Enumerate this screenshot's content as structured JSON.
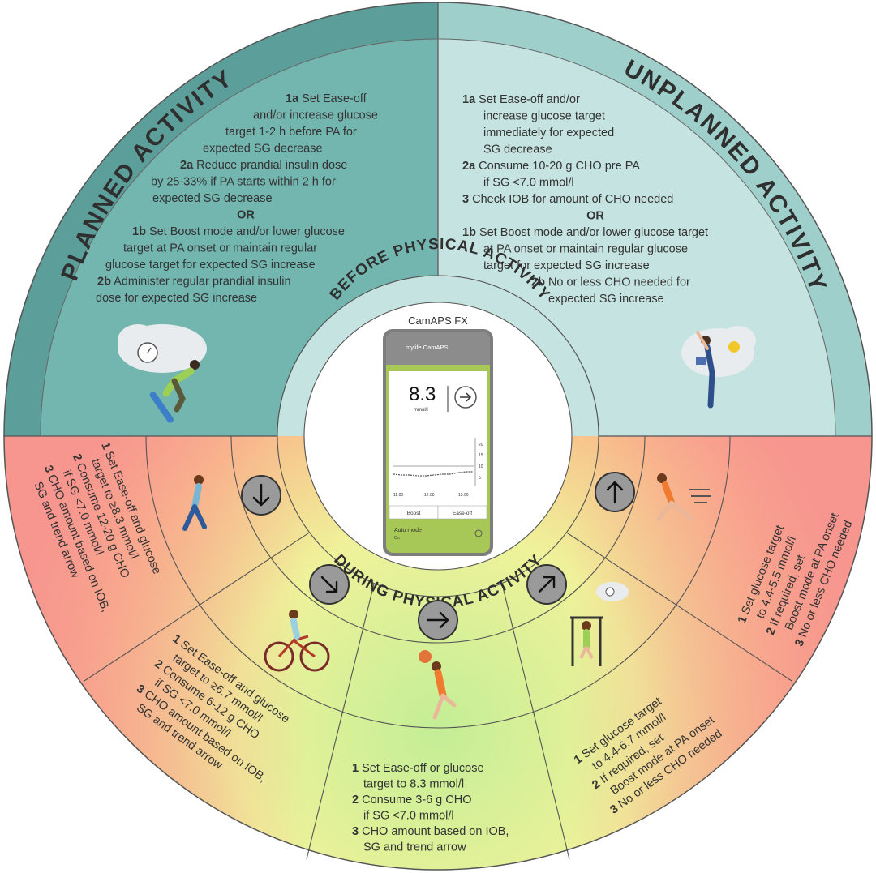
{
  "titles": {
    "planned": "PLANNED ACTIVITY",
    "unplanned": "UNPLANNED ACTIVITY",
    "before": "BEFORE PHYSICAL ACTIVITY",
    "during": "DURING PHYSICAL ACTIVITY"
  },
  "planned": {
    "lines": [
      [
        "1a",
        " Set Ease-off"
      ],
      [
        "",
        "and/or increase glucose"
      ],
      [
        "",
        "target 1-2 h before PA for"
      ],
      [
        "",
        "expected SG decrease"
      ],
      [
        "2a",
        " Reduce prandial insulin dose"
      ],
      [
        "",
        "by 25-33% if PA starts within 2 h for"
      ],
      [
        "",
        "expected SG decrease"
      ],
      [
        "OR",
        ""
      ],
      [
        "1b",
        " Set Boost mode and/or lower glucose"
      ],
      [
        "",
        "target at PA onset or maintain regular"
      ],
      [
        "",
        "glucose target for expected SG increase"
      ],
      [
        "2b",
        " Administer regular prandial insulin"
      ],
      [
        "",
        "dose for expected SG increase"
      ]
    ]
  },
  "unplanned": {
    "lines": [
      [
        "1a",
        " Set Ease-off and/or"
      ],
      [
        "",
        "increase glucose target"
      ],
      [
        "",
        "immediately for expected"
      ],
      [
        "",
        "SG decrease"
      ],
      [
        "2a",
        " Consume 10-20 g CHO pre PA"
      ],
      [
        "",
        "if SG <7.0 mmol/l"
      ],
      [
        "3",
        "   Check IOB for amount of CHO needed"
      ],
      [
        "OR",
        ""
      ],
      [
        "1b",
        " Set Boost mode and/or lower glucose target"
      ],
      [
        "",
        "at PA onset or maintain regular glucose"
      ],
      [
        "",
        "target for expected SG increase"
      ],
      [
        "2b",
        " No or less CHO needed for"
      ],
      [
        "",
        "expected SG increase"
      ]
    ]
  },
  "during": {
    "down": {
      "icon": "arrow-down-icon",
      "lines": [
        [
          "1",
          " Set Ease-off and glucose"
        ],
        [
          "",
          "target to ≥8.3 mmol/l"
        ],
        [
          "2",
          " Consume 12-20 g CHO"
        ],
        [
          "",
          "if SG <7.0 mmol/l"
        ],
        [
          "3",
          " CHO amount based on IOB,"
        ],
        [
          "",
          "SG and trend arrow"
        ]
      ]
    },
    "down_right": {
      "icon": "arrow-down-right-icon",
      "lines": [
        [
          "1",
          " Set Ease-off and glucose"
        ],
        [
          "",
          "target to ≥6.7 mmol/l"
        ],
        [
          "2",
          " Consume 6-12 g CHO"
        ],
        [
          "",
          "if SG <7.0 mmol/l"
        ],
        [
          "3",
          " CHO amount based on IOB,"
        ],
        [
          "",
          "SG and trend arrow"
        ]
      ]
    },
    "flat": {
      "icon": "arrow-right-icon",
      "lines": [
        [
          "1",
          " Set Ease-off or glucose"
        ],
        [
          "",
          "target to 8.3 mmol/l"
        ],
        [
          "2",
          " Consume 3-6 g CHO"
        ],
        [
          "",
          "if SG <7.0 mmol/l"
        ],
        [
          "3",
          " CHO amount based on IOB,"
        ],
        [
          "",
          "SG and trend arrow"
        ]
      ]
    },
    "up_right": {
      "icon": "arrow-up-right-icon",
      "lines": [
        [
          "1",
          " Set glucose target"
        ],
        [
          "",
          "to 4.4-6.7 mmol/l"
        ],
        [
          "2",
          " If required, set"
        ],
        [
          "",
          "Boost mode at PA onset"
        ],
        [
          "3",
          " No or less CHO needed"
        ]
      ]
    },
    "up": {
      "icon": "arrow-up-icon",
      "lines": [
        [
          "1",
          " Set glucose target"
        ],
        [
          "",
          "to 4.4-5.5 mmol/l"
        ],
        [
          "2",
          " If required, set"
        ],
        [
          "",
          "Boost mode at PA onset"
        ],
        [
          "3",
          " No or less CHO needed"
        ]
      ]
    }
  },
  "phone": {
    "app_label": "CamAPS FX",
    "header": "mylife CamAPS",
    "glucose_value": "8.3",
    "unit": "mmol/l",
    "y_ticks": [
      "20",
      "15",
      "10",
      "5"
    ],
    "x_ticks": [
      "11:00",
      "12:00",
      "13:00"
    ],
    "boost_button": "Boost",
    "easeoff_button": "Ease-off",
    "auto_mode_label": "Auto mode",
    "auto_mode_state": "On"
  },
  "colors": {
    "planned_bg": "#6fb3ad",
    "planned_outer": "#5a9b96",
    "unplanned_bg": "#c4e2df",
    "unplanned_outer": "#9ccdc8",
    "during_red": "#f69c93",
    "during_yellow": "#f2f09a",
    "during_green": "#c6ec9a",
    "phone_green": "#a7c756"
  }
}
